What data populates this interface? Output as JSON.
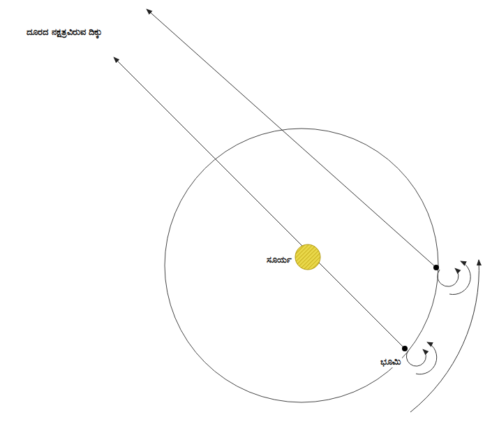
{
  "diagram": {
    "labels": [
      "ದೂರದ ನಕ್ಷತ್ರವಿರುವ ದಿಕ್ಕು",
      "ಸೂರ್ಯ",
      "ಭೂಮಿ"
    ]
  }
}
